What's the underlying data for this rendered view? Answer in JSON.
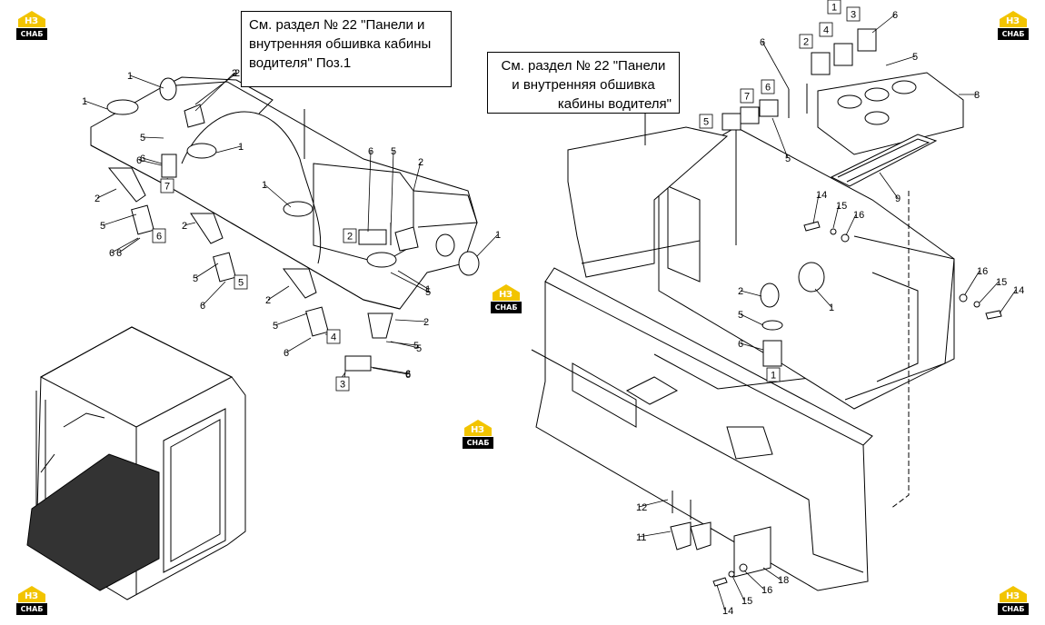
{
  "notes": {
    "left": [
      "См. раздел № 22 \"Панели и",
      "внутренняя обшивка кабины",
      "водителя\" Поз.1"
    ],
    "right": [
      "См. раздел № 22 \"Панели",
      "и внутренняя обшивка",
      "кабины водителя\""
    ]
  },
  "logo": {
    "mono": "НЗ",
    "brand": "СНАБ"
  },
  "labels_left": [
    "1",
    "1",
    "2",
    "5",
    "1",
    "6",
    "7",
    "2",
    "5",
    "6",
    "6",
    "2",
    "5",
    "5",
    "6",
    "1",
    "6",
    "2",
    "5",
    "2",
    "5",
    "1",
    "2",
    "4",
    "3",
    "6",
    "5",
    "2",
    "6",
    "3",
    "6",
    "5",
    "6",
    "1"
  ],
  "boxed": [
    "7",
    "6",
    "5",
    "2",
    "4",
    "3",
    "3",
    "2",
    "4",
    "6",
    "7",
    "5",
    "1",
    "1"
  ],
  "labels_right": [
    "6",
    "5",
    "8",
    "6",
    "5",
    "9",
    "14",
    "15",
    "16",
    "1",
    "2",
    "5",
    "6",
    "16",
    "15",
    "14",
    "12",
    "11",
    "14",
    "15",
    "16",
    "18"
  ]
}
